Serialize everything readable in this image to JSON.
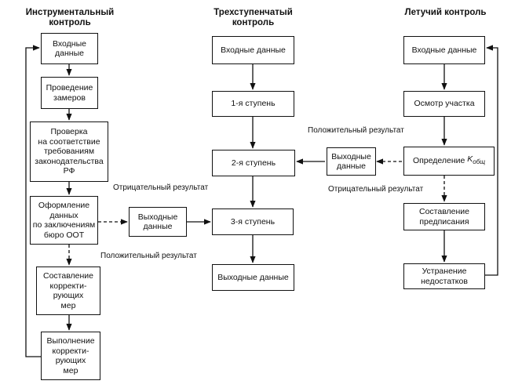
{
  "columns": {
    "instrumental": "Инструментальный\nконтроль",
    "three_stage": "Трехступенчатый\nконтроль",
    "flying": "Летучий контроль"
  },
  "instrumental": {
    "input": "Входные\nданные",
    "measurements": "Проведение\nзамеров",
    "check": "Проверка\nна соответствие\nтребованиям\nзаконодательства\nРФ",
    "registration": "Оформление\nданных\nпо заключениям\nбюро ООТ",
    "corrective_plan": "Составление\nкорректи-\nрующих\nмер",
    "corrective_exec": "Выполнение\nкорректи-\nрующих\nмер",
    "output": "Выходные\nданные"
  },
  "three_stage": {
    "input": "Входные данные",
    "stage1": "1-я ступень",
    "stage2": "2-я ступень",
    "stage3": "3-я ступень",
    "output": "Выходные данные"
  },
  "flying": {
    "input": "Входные данные",
    "inspection": "Осмотр участка",
    "determination": "Определение",
    "k_symbol": "K",
    "k_sub": "общ",
    "output": "Выходные\nданные",
    "prescription": "Составление\nпредписания",
    "elimination": "Устранение\nнедостатков"
  },
  "labels": {
    "negative_left": "Отрицательный результат",
    "positive_left": "Положительный результат",
    "positive_right": "Положительный результат",
    "negative_right": "Отрицательный результат"
  }
}
